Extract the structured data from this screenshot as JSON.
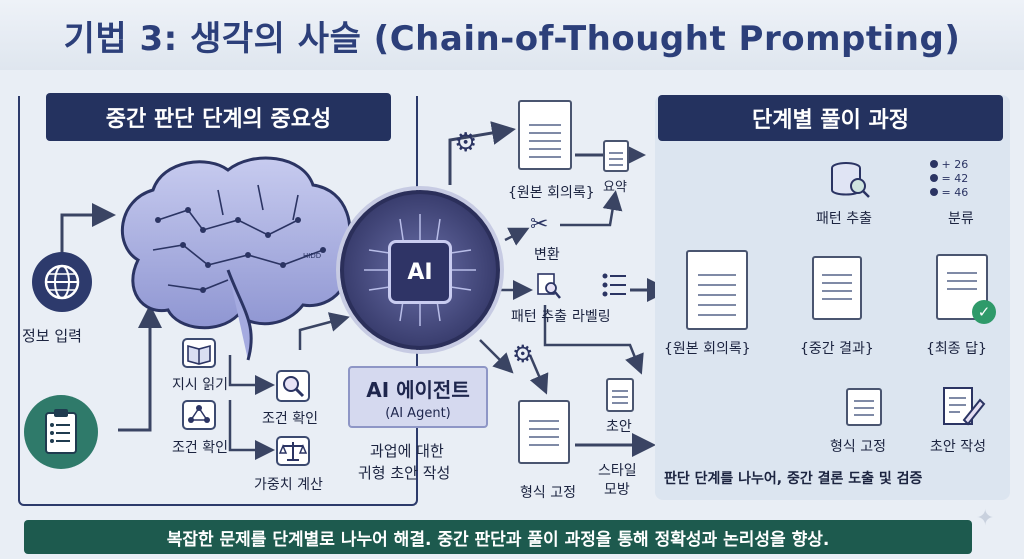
{
  "title": "기법 3: 생각의 사슬 (Chain-of-Thought Prompting)",
  "left_panel": {
    "header": "중간 판단 단계의 중요성",
    "labels": {
      "info_input": "정보 입력",
      "read_instructions": "지시 읽기",
      "check_conditions_left": "조건 확인",
      "check_conditions_mid": "조건 확인",
      "compute_weights": "가중치 계산"
    },
    "brain_tag": "HIDD"
  },
  "agent": {
    "chip_label": "AI",
    "name": "AI 에이전트",
    "name_en": "(AI Agent)",
    "desc_line1": "과업에 대한",
    "desc_line2": "귀형 초안 작성"
  },
  "middle_outputs": {
    "original_minutes": "{원본 회의록}",
    "summary": "요약",
    "transform": "변환",
    "pattern_extract": "패턴 추출",
    "labeling": "라벨링",
    "draft": "초안",
    "format_fix": "형식 고정",
    "style_line1": "스타일",
    "style_line2": "모방"
  },
  "right_panel": {
    "header": "단계별 풀이 과정",
    "original_minutes": "{원본 회의록}",
    "pattern_extract": "패턴 추출",
    "classify": "분류",
    "classify_values": [
      "+ 26",
      "= 42",
      "= 46"
    ],
    "intermediate": "{중간 결과}",
    "final_answer": "{최종 답}",
    "format_fix": "형식 고정",
    "draft_writing": "초안 작성",
    "caption": "판단 단계를 나누어, 중간 결론 도출 및 검증"
  },
  "footer": "복잡한 문제를 단계별로 나누어 해결. 중간 판단과 풀이 과정을 통해 정확성과 논리성을 향상.",
  "colors": {
    "navy": "#24325f",
    "green_arrow": "#3e7a6a",
    "footer_bg": "#1d5a4e",
    "title": "#2c3f7a"
  }
}
